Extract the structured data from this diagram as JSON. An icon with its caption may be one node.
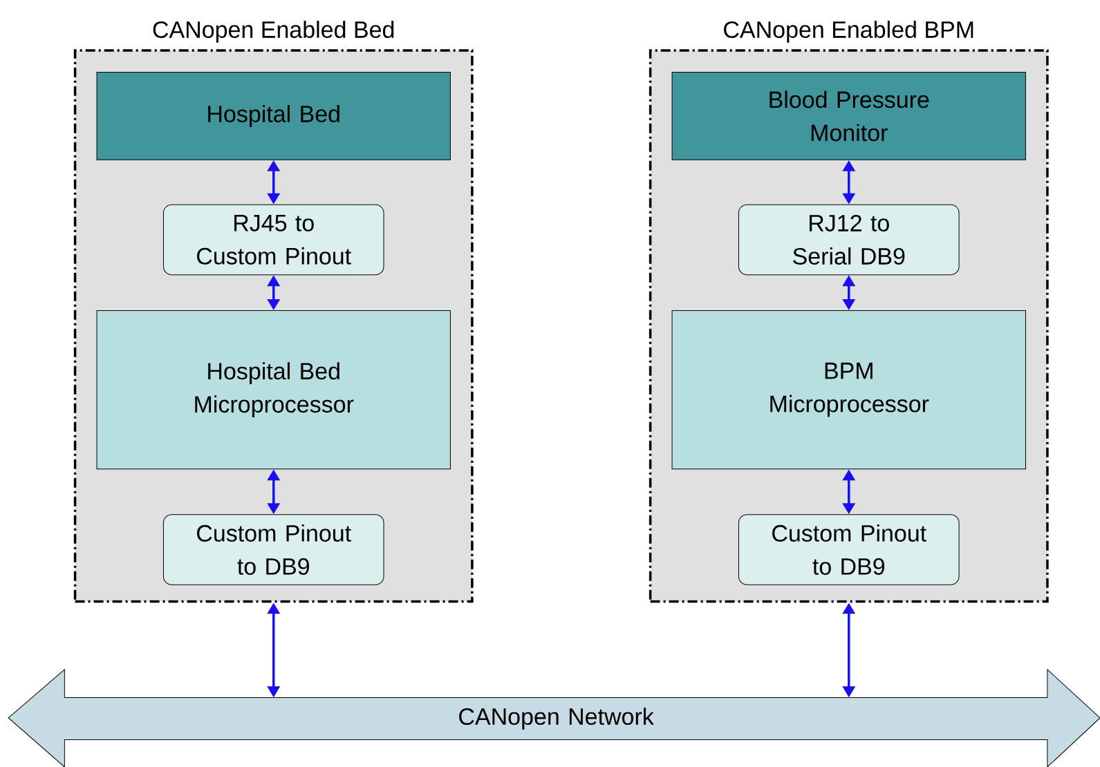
{
  "diagram": {
    "nodes": [
      {
        "text": [
          "CANopen Enabled Bed"
        ]
      },
      {
        "text": [
          "Hospital Bed"
        ],
        "in": 0
      },
      {
        "text": [
          "RJ45 to Custom Pinout"
        ],
        "in": 0
      },
      {
        "text": [
          "Hospital Bed Microprocessor"
        ],
        "in": 0
      },
      {
        "text": [
          "Custom Pinout to DB9"
        ],
        "in": 0
      },
      {
        "text": [
          "CANopen Enabled BPM"
        ]
      },
      {
        "text": [
          "Blood Pressure Monitor"
        ],
        "in": 5
      },
      {
        "text": [
          "RJ12 to Serial DB9"
        ],
        "in": 5
      },
      {
        "text": [
          "BPM Microprocessor"
        ],
        "in": 5
      },
      {
        "text": [
          "Custom Pinout to DB9"
        ],
        "in": 5
      },
      {
        "text": [
          "CANopen Network"
        ]
      }
    ],
    "edges": [
      {
        "from": 1,
        "to": 2,
        "arrow": "both"
      },
      {
        "from": 2,
        "to": 3,
        "arrow": "both"
      },
      {
        "from": 3,
        "to": 4,
        "arrow": "both"
      },
      {
        "from": 6,
        "to": 7,
        "arrow": "both"
      },
      {
        "from": 7,
        "to": 8,
        "arrow": "both"
      },
      {
        "from": 8,
        "to": 9,
        "arrow": "both"
      },
      {
        "from": 0,
        "to": 10,
        "arrow": "both"
      },
      {
        "from": 5,
        "to": 10,
        "arrow": "both"
      }
    ]
  }
}
